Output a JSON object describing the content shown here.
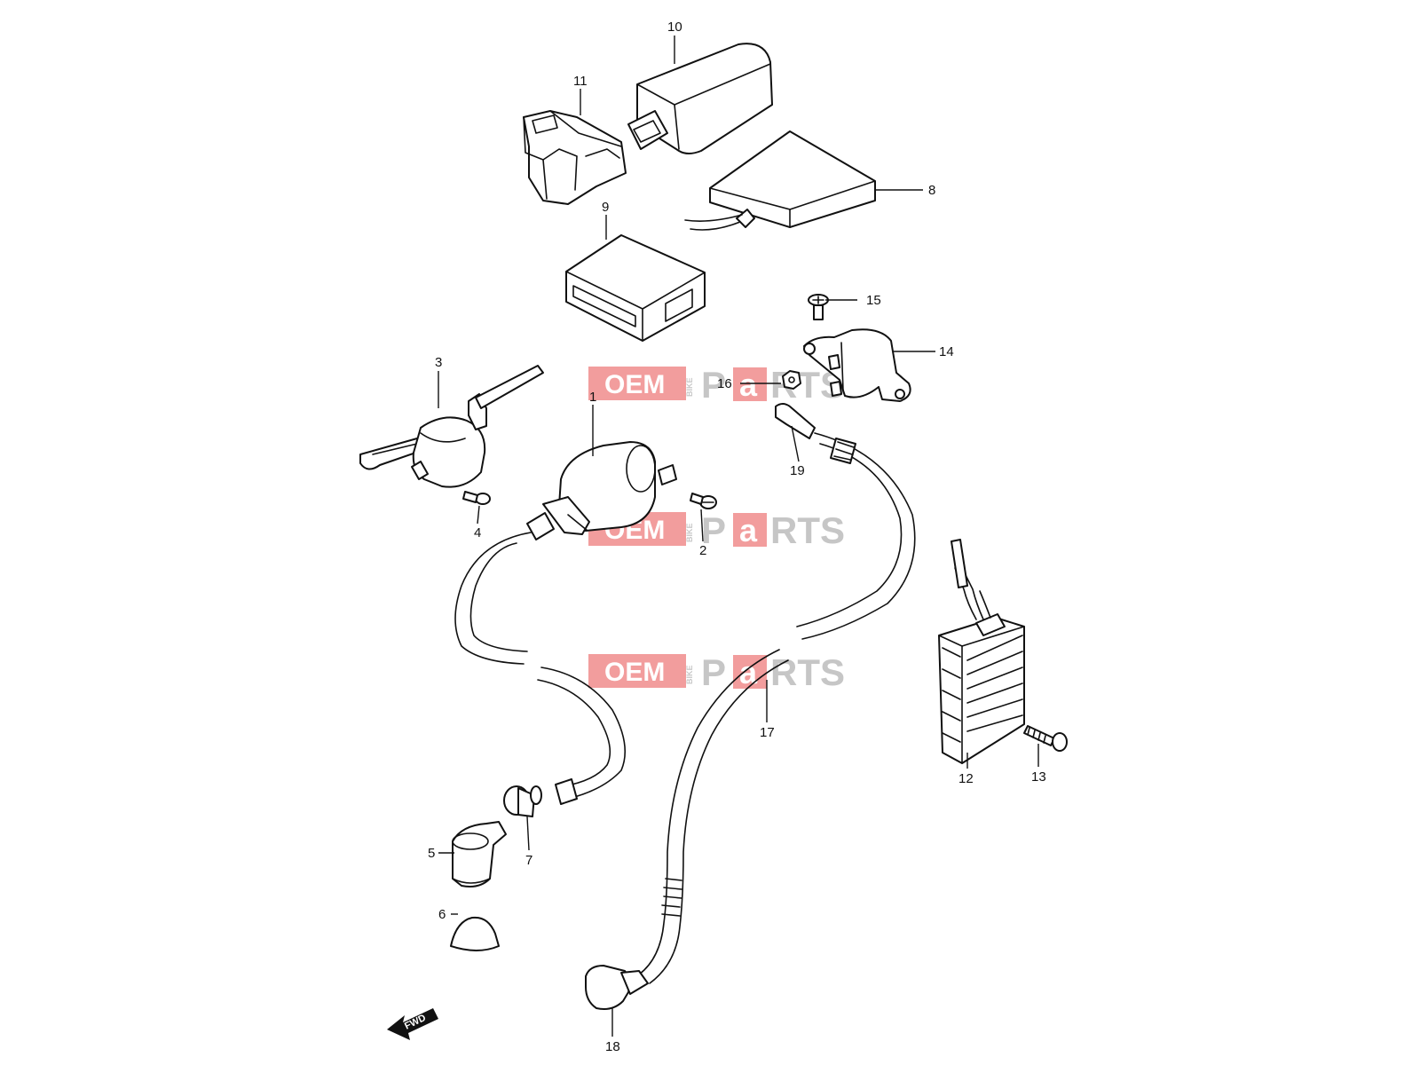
{
  "callouts": {
    "c1": "1",
    "c2": "2",
    "c3": "3",
    "c4": "4",
    "c5": "5",
    "c6": "6",
    "c7": "7",
    "c8": "8",
    "c9": "9",
    "c10": "10",
    "c11": "11",
    "c12": "12",
    "c13": "13",
    "c14": "14",
    "c15": "15",
    "c16": "16",
    "c17": "17",
    "c18": "18",
    "c19": "19"
  },
  "watermark": {
    "oem": "OEM",
    "bike": "BIKE",
    "p": "P",
    "a": "a",
    "rts": "RTS"
  },
  "direction_marker": {
    "label": "FWD"
  }
}
